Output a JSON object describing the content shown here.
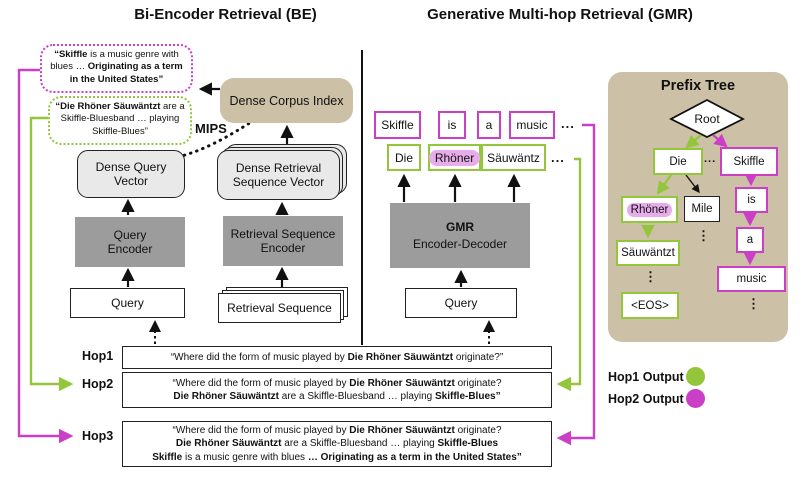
{
  "titles": {
    "be": "Bi-Encoder Retrieval (BE)",
    "gmr": "Generative Multi-hop Retrieval (GMR)"
  },
  "colors": {
    "magenta": "#cb3fc7",
    "green": "#94c63c",
    "pink_highlight": "#e7adeb",
    "tan_panel": "#ccc0a6",
    "encoder_gray": "#9c9c9c",
    "vector_gray": "#e9e9e9"
  },
  "be": {
    "hop3_passage": {
      "bold1": "“Skiffle",
      "normal1": " is a music genre with blues … ",
      "bold2": "Originating as a term in the United States”"
    },
    "hop2_passage": {
      "bold1": "“Die Rhöner Säuwäntzt",
      "normal1": " are a Skiffle-Bluesband … playing Skiffle-Blues”"
    },
    "mips_label": "MIPS",
    "dense_corpus_index": "Dense Corpus Index",
    "dense_query_vector": "Dense Query Vector",
    "query_encoder": "Query Encoder",
    "query": "Query",
    "dense_retrieval_sequence_vector": "Dense Retrieval Sequence Vector",
    "retrieval_sequence_encoder": "Retrieval Sequence Encoder",
    "retrieval_sequence": "Retrieval Sequence"
  },
  "gmr": {
    "row1_tokens": [
      "Skiffle",
      "is",
      "a",
      "music"
    ],
    "row2_tokens": [
      "Die",
      "Rhöner",
      "Säuwäntz"
    ],
    "ellipsis": "...",
    "encoder_title": "GMR",
    "encoder_subtitle": "Encoder-Decoder",
    "query": "Query"
  },
  "prefix_tree": {
    "title": "Prefix Tree",
    "nodes": {
      "root": "Root",
      "die": "Die",
      "skiffle": "Skiffle",
      "rhoner": "Rhöner",
      "mile": "Mile",
      "is": "is",
      "sauwantzt": "Säuwäntzt",
      "a": "a",
      "music": "music",
      "eos": "<EOS>"
    },
    "ellipsis_h": "...",
    "ellipsis_v": "⋮"
  },
  "legend": {
    "hop1": "Hop1 Output",
    "hop2": "Hop2 Output"
  },
  "hops": {
    "labels": [
      "Hop1",
      "Hop2",
      "Hop3"
    ],
    "question": {
      "pre": "“Where did the form of music played by ",
      "bold": "Die Rhöner Säuwäntzt",
      "end_q1": " originate?”",
      "end_q23": " originate?"
    },
    "line2": {
      "bold1": "Die Rhöner Säuwäntzt",
      "mid": " are a Skiffle-Bluesband … playing ",
      "bold2_hop2": "Skiffle-Blues”",
      "bold2_hop3": "Skiffle-Blues"
    },
    "line3": {
      "bold1": "Skiffle",
      "mid": " is a music genre with blues ",
      "bold2": "… Originating as a term in the United States”"
    }
  }
}
